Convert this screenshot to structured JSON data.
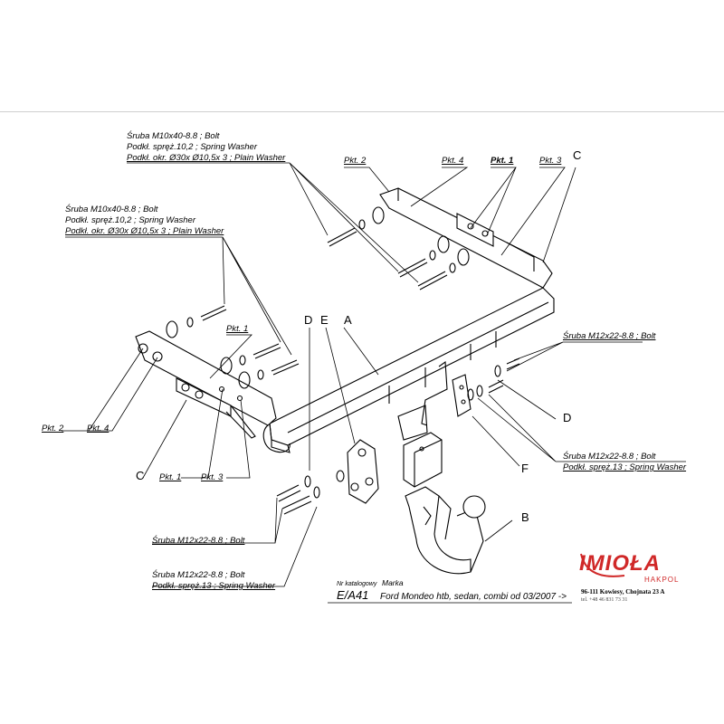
{
  "labels": {
    "top_left": [
      "Śruba M10x40-8.8 ;  Bolt",
      "Podkł. spręż.10,2 ; Spring Washer",
      "Podkł. okr.  Ø30x Ø10,5x 3 ; Plain Washer"
    ],
    "mid_left": [
      "Śruba M10x40-8.8 ;  Bolt",
      "Podkł. spręż.10,2 ; Spring Washer",
      "Podkł. okr.  Ø30x Ø10,5x 3 ; Plain Washer"
    ],
    "pkt2_top": "Pkt. 2",
    "pkt4_top": "Pkt. 4",
    "pkt1_top": "Pkt. 1",
    "pkt3_top": "Pkt. 3",
    "pkt1_mid": "Pkt. 1",
    "pkt2_left": "Pkt. 2",
    "pkt4_left": "Pkt. 4",
    "pkt1_bottom": "Pkt. 1",
    "pkt3_bottom": "Pkt. 3",
    "bolt_right": "Śruba M12x22-8.8 ;  Bolt",
    "bolt_washer_right": [
      "Śruba M12x22-8.8 ;  Bolt",
      "Podkł. spręż.13 ; Spring Washer"
    ],
    "bolt_bottom": "Śruba M12x22-8.8 ;  Bolt",
    "bolt_washer_bottom": [
      "Śruba M12x22-8.8 ;  Bolt",
      "Podkł. spręż.13 ; Spring Washer"
    ]
  },
  "parts": {
    "A": "A",
    "B": "B",
    "C_top": "C",
    "C_left": "C",
    "D_top": "D",
    "D_right": "D",
    "E": "E",
    "F": "F"
  },
  "catalog": {
    "nr_label": "Nr katalogowy",
    "marka_label": "Marka",
    "code": "E/A41",
    "description": "Ford Mondeo htb, sedan, combi   od  03/2007 ->"
  },
  "brand": {
    "name": "IMIOŁA",
    "sub": "HAKPOL",
    "address": "96-111 Kowiesy, Chojnata 23 A",
    "tel": "tel. +48 46 831 73 31",
    "color": "#d02828"
  }
}
